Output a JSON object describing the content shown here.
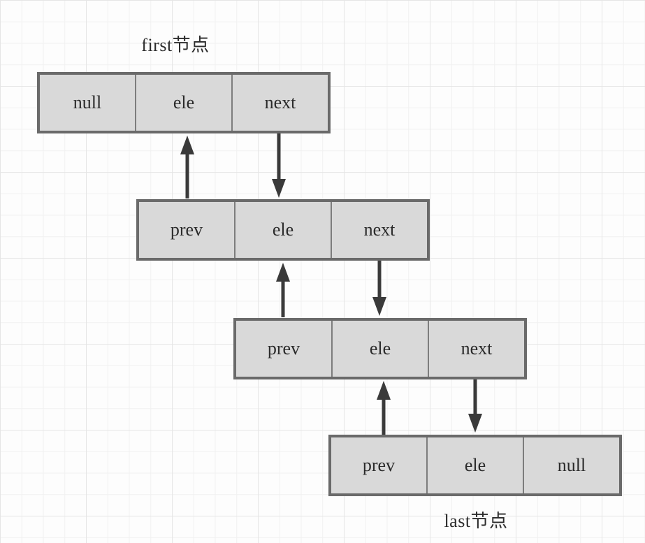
{
  "diagram": {
    "first_label": "first节点",
    "last_label": "last节点",
    "nodes": [
      {
        "name": "first-node",
        "cells": [
          "null",
          "ele",
          "next"
        ]
      },
      {
        "name": "middle-node-1",
        "cells": [
          "prev",
          "ele",
          "next"
        ]
      },
      {
        "name": "middle-node-2",
        "cells": [
          "prev",
          "ele",
          "next"
        ]
      },
      {
        "name": "last-node",
        "cells": [
          "prev",
          "ele",
          "null"
        ]
      }
    ],
    "arrows": [
      {
        "name": "arrow-node2-prev-to-node1",
        "direction": "up"
      },
      {
        "name": "arrow-node1-next-to-node2",
        "direction": "down"
      },
      {
        "name": "arrow-node3-prev-to-node2",
        "direction": "up"
      },
      {
        "name": "arrow-node2-next-to-node3",
        "direction": "down"
      },
      {
        "name": "arrow-node4-prev-to-node3",
        "direction": "up"
      },
      {
        "name": "arrow-node3-next-to-node4",
        "direction": "down"
      }
    ]
  },
  "colors": {
    "node_fill": "#d9d9d9",
    "node_border": "#6a6a6a",
    "cell_divider": "#7d7d7d",
    "arrow": "#3a3a3a",
    "text": "#2b2b2b",
    "grid_minor": "#f1f1f1",
    "grid_major": "#e5e5e5",
    "background": "#fdfdfd"
  }
}
